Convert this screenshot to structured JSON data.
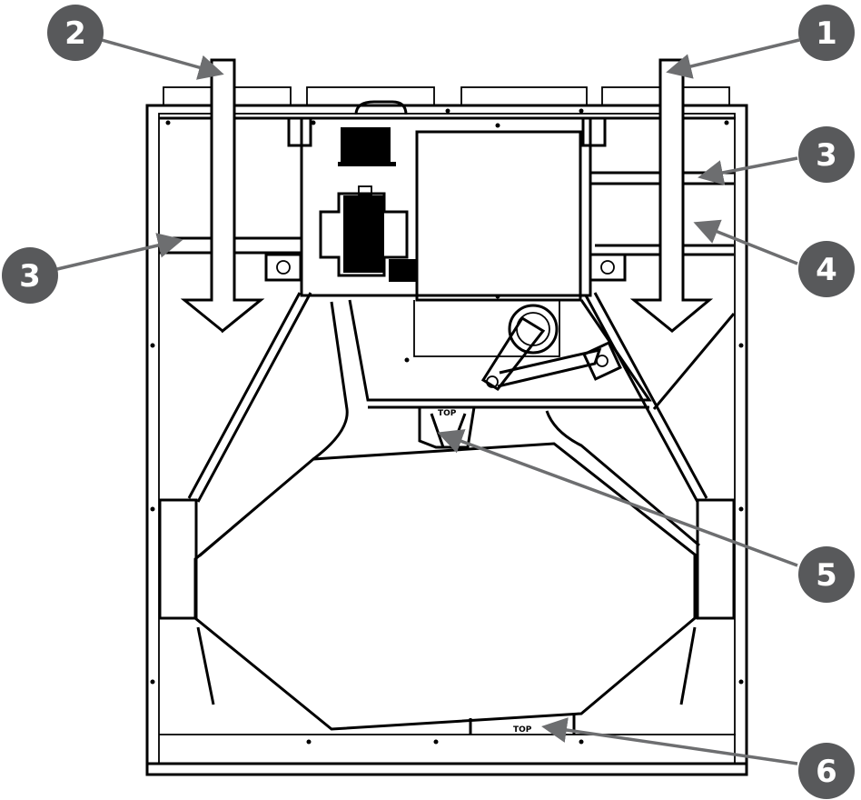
{
  "diagram": {
    "callouts": [
      {
        "label": "2"
      },
      {
        "label": "1"
      },
      {
        "label": "3"
      },
      {
        "label": "3"
      },
      {
        "label": "4"
      },
      {
        "label": "5"
      },
      {
        "label": "6"
      }
    ],
    "part_labels": {
      "top_upper": "TOP",
      "top_lower": "TOP"
    },
    "colors": {
      "callout": "#58595b",
      "leader": "#6d6e70",
      "line": "#000000"
    }
  }
}
